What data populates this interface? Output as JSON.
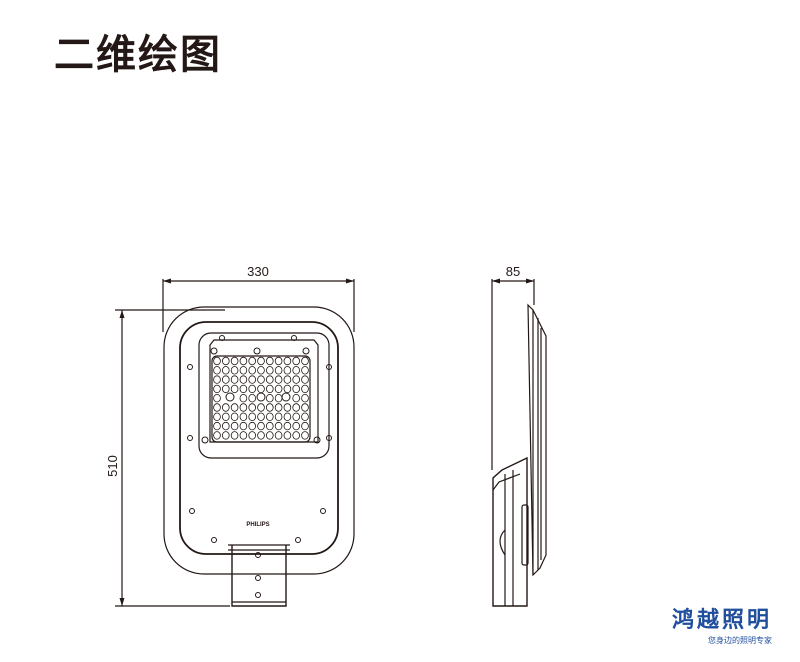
{
  "header": {
    "title": "二维绘图"
  },
  "drawing": {
    "front_view": {
      "width_label": "330",
      "height_label": "510",
      "logo_text": "PHILIPS"
    },
    "side_view": {
      "depth_label": "85"
    }
  },
  "brand": {
    "name": "鸿越照明",
    "slogan": "您身边的照明专家",
    "color": "#1f4e9c"
  },
  "colors": {
    "line": "#231815"
  }
}
